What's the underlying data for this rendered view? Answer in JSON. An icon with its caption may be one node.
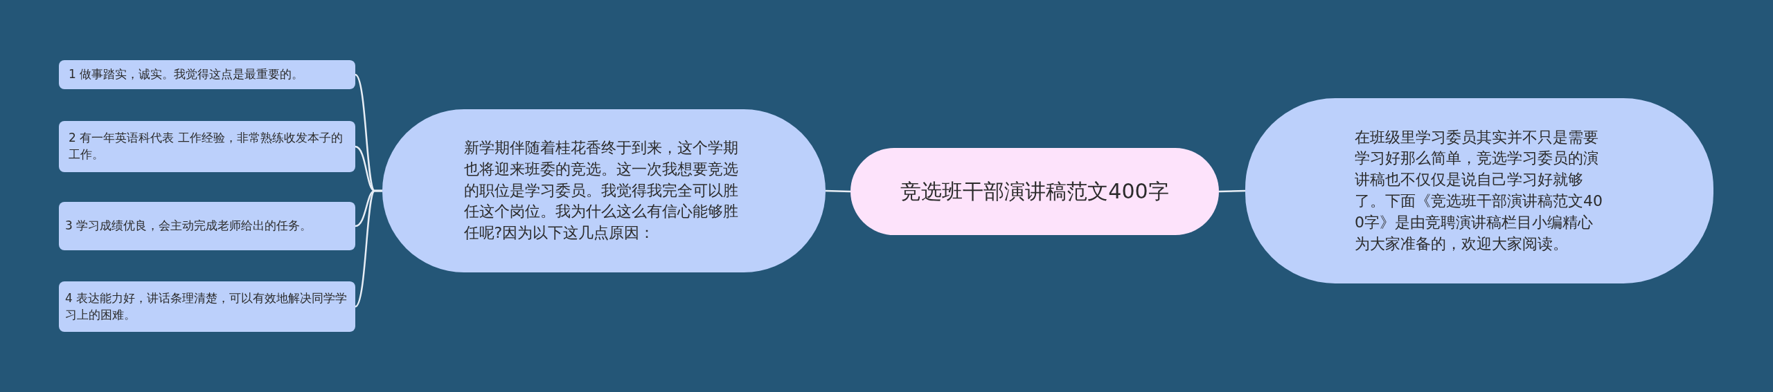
{
  "diagram": {
    "nodes": [
      {
        "text": [
          "竞选班干部演讲稿范文400字"
        ]
      },
      {
        "text": [
          "新学期伴随着桂花香终于到来，这个学期也将迎来班委的竞选。这一次我想要竞选的职位是学习委员。我觉得我完全可以胜任这个岗位。我为什么这么有信心能够胜任呢?因为以下这几点原因："
        ]
      },
      {
        "text": [
          "1 做事踏实，诚实。我觉得这点是最重要的。"
        ]
      },
      {
        "text": [
          "2 有一年英语科代表 工作经验，非常熟练收发本子的工作。"
        ]
      },
      {
        "text": [
          "3 学习成绩优良，会主动完成老师给出的任务。"
        ]
      },
      {
        "text": [
          "4 表达能力好，讲话条理清楚，可以有效地解决同学学习上的困难。"
        ]
      },
      {
        "text": [
          "在班级里学习委员其实并不只是需要学习好那么简单，竞选学习委员的演讲稿也不仅仅是说自己学习好就够了。下面《竞选班干部演讲稿范文400字》是由竞聘演讲稿栏目小编精心为大家准备的，欢迎大家阅读。"
        ]
      }
    ],
    "edges": [
      {
        "from": 0,
        "to": 1,
        "arrow": "none"
      },
      {
        "from": 0,
        "to": 6,
        "arrow": "none"
      },
      {
        "from": 1,
        "to": 2,
        "arrow": "none"
      },
      {
        "from": 1,
        "to": 3,
        "arrow": "none"
      },
      {
        "from": 1,
        "to": 4,
        "arrow": "none"
      },
      {
        "from": 1,
        "to": 5,
        "arrow": "none"
      }
    ]
  }
}
